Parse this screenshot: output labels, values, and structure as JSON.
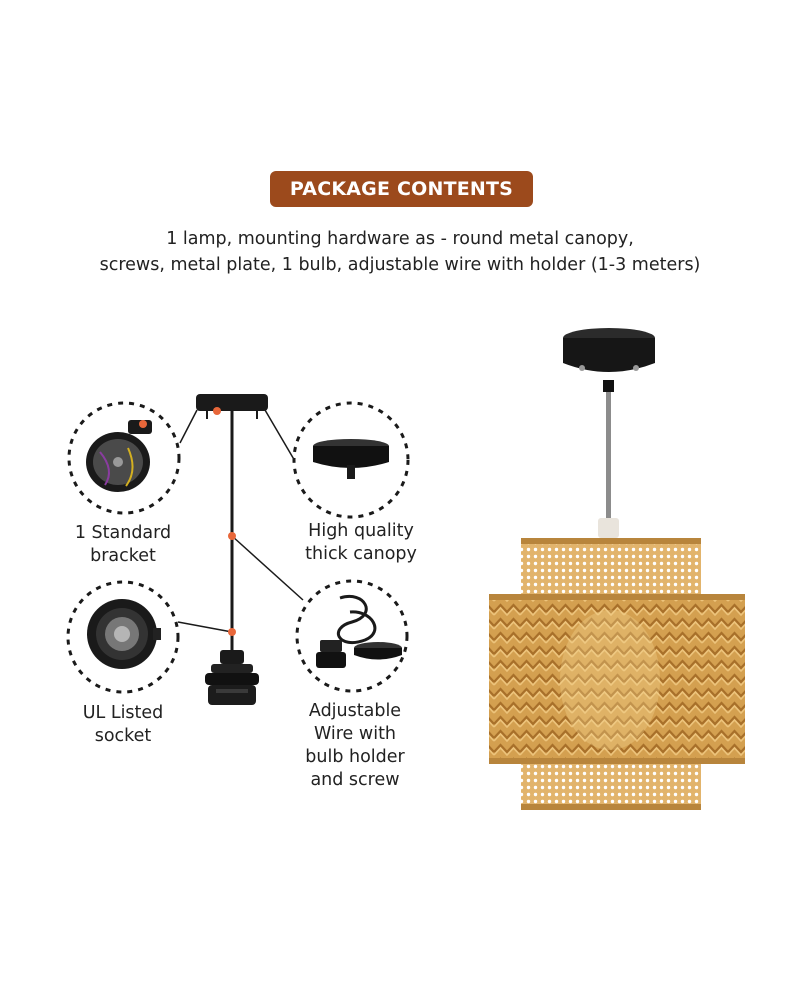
{
  "header": {
    "badge_label": "PACKAGE CONTENTS",
    "badge_color": "#9c4a1c",
    "description_line1": "1 lamp, mounting hardware as - round metal canopy,",
    "description_line2": "screws, metal plate, 1 bulb, adjustable wire with holder (1-3 meters)"
  },
  "components": [
    {
      "label": "1 Standard\nbracket",
      "icon": "bracket-photo"
    },
    {
      "label": "High quality\nthick canopy",
      "icon": "canopy-photo"
    },
    {
      "label": "UL Listed\nsocket",
      "icon": "socket-photo"
    },
    {
      "label": "Adjustable\nWire with\nbulb holder\nand screw",
      "icon": "wire-holder-photo"
    }
  ],
  "colors": {
    "accent_dot": "#e8673a",
    "rattan": "#d9a85a",
    "metal": "#1a1a1a"
  }
}
